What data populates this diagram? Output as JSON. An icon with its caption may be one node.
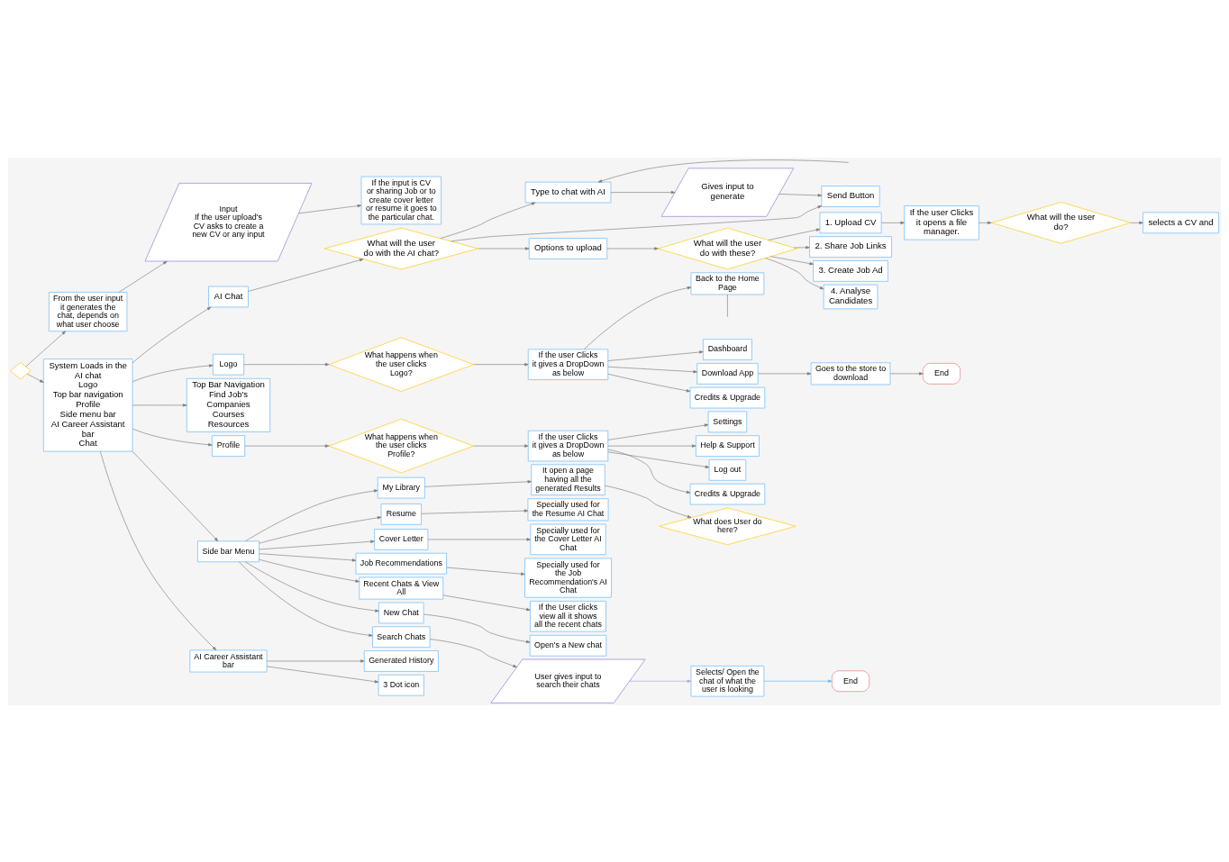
{
  "diagram": {
    "nodes": [
      {
        "text": [],
        "shape": "diamond"
      },
      {
        "text": [
          "From the user input it generates the chat, depends on what user choose"
        ]
      },
      {
        "text": [
          "Input",
          "If the user upload's CV asks to create a new CV or any input"
        ]
      },
      {
        "text": [
          "If the input is CV or sharing Job or to create cover letter or resume it goes to the particular chat."
        ]
      },
      {
        "text": [
          "System Loads in the AI chat",
          "Logo",
          "Top bar navigation",
          "Profile",
          "Side menu bar",
          "AI Career Assistant bar",
          "Chat"
        ]
      },
      {
        "text": [
          "Logo"
        ]
      },
      {
        "text": [
          "Top Bar Navigation",
          "Find Job's",
          "Companies",
          "Courses",
          "Resources"
        ]
      },
      {
        "text": [
          "Profile"
        ]
      },
      {
        "text": [
          "Side bar Menu"
        ]
      },
      {
        "text": [
          "AI Career Assistant bar"
        ]
      },
      {
        "text": [
          "AI Chat"
        ]
      },
      {
        "text": [
          "What happens when the user clicks Logo?"
        ]
      },
      {
        "text": [
          "If the user Clicks it gives a DropDown as below"
        ]
      },
      {
        "text": [
          "Back to the Home Page"
        ]
      },
      {
        "text": [
          "Credits & Upgrade"
        ]
      },
      {
        "text": [
          "Dashboard"
        ]
      },
      {
        "text": [
          "Download App"
        ]
      },
      {
        "text": [
          "Goes to the store to download"
        ]
      },
      {
        "text": [
          "End"
        ]
      },
      {
        "text": [
          "What happens when the user clicks Profile?"
        ]
      },
      {
        "text": [
          "If the user Clicks it gives a DropDown as below"
        ]
      },
      {
        "text": [
          "Credits & Upgrade"
        ]
      },
      {
        "text": [
          "Settings"
        ]
      },
      {
        "text": [
          "Help & Support"
        ]
      },
      {
        "text": [
          "Log out"
        ]
      },
      {
        "text": [
          "New Chat"
        ]
      },
      {
        "text": [
          "Search Chats"
        ]
      },
      {
        "text": [
          "My Library"
        ]
      },
      {
        "text": [
          "Resume"
        ]
      },
      {
        "text": [
          "Cover Letter"
        ]
      },
      {
        "text": [
          "Job Recommendations"
        ]
      },
      {
        "text": [
          "Recent Chats & View All"
        ]
      },
      {
        "text": [
          "Open's a New chat"
        ]
      },
      {
        "text": [
          "User gives input to search their chats"
        ]
      },
      {
        "text": [
          "It open a page having all the generated Results"
        ]
      },
      {
        "text": [
          "Specially used for the Resume AI Chat"
        ]
      },
      {
        "text": [
          "Specially used for the Cover Letter AI Chat"
        ]
      },
      {
        "text": [
          "Specially used for the Job Recommendation's AI Chat"
        ]
      },
      {
        "text": [
          "If the User clicks view all it shows all the recent chats"
        ]
      },
      {
        "text": [
          "Selects/ Open the chat of what the user is looking"
        ]
      },
      {
        "text": [
          "End"
        ]
      },
      {
        "text": [
          "What does User do here?"
        ]
      },
      {
        "text": [
          "Generated History"
        ]
      },
      {
        "text": [
          "3 Dot icon"
        ]
      },
      {
        "text": [
          "What will the user do with the AI chat?"
        ]
      },
      {
        "text": [
          "Type to chat with AI"
        ]
      },
      {
        "text": [
          "Options to upload"
        ]
      },
      {
        "text": [
          "Send Button"
        ]
      },
      {
        "text": [
          "Gives input to generate"
        ]
      },
      {
        "text": [
          "What will the user do with these?"
        ]
      },
      {
        "text": [
          "1. Upload CV"
        ]
      },
      {
        "text": [
          "2. Share Job Links"
        ]
      },
      {
        "text": [
          "3. Create Job Ad"
        ]
      },
      {
        "text": [
          "4. Analyse Candidates"
        ]
      },
      {
        "text": [
          "If the user Clicks it opens a file manager."
        ]
      },
      {
        "text": [
          "What will the user do?"
        ]
      },
      {
        "text": [
          "selects a CV and"
        ]
      }
    ],
    "edges": [
      {
        "from": 0,
        "to": 1,
        "arrow": "to"
      },
      {
        "from": 0,
        "to": 4,
        "arrow": "to"
      },
      {
        "from": 1,
        "to": 2,
        "arrow": "to"
      },
      {
        "from": 2,
        "to": 3,
        "arrow": "to"
      },
      {
        "from": 4,
        "to": 5,
        "arrow": "to"
      },
      {
        "from": 4,
        "to": 6,
        "arrow": "to"
      },
      {
        "from": 4,
        "to": 7,
        "arrow": "to"
      },
      {
        "from": 4,
        "to": 8,
        "arrow": "to"
      },
      {
        "from": 4,
        "to": 9,
        "arrow": "to"
      },
      {
        "from": 4,
        "to": 10,
        "arrow": "to"
      },
      {
        "from": 5,
        "to": 11,
        "arrow": "to"
      },
      {
        "from": 11,
        "to": 12,
        "arrow": "to"
      },
      {
        "from": 12,
        "to": 13,
        "arrow": "to"
      },
      {
        "from": 12,
        "to": 14,
        "arrow": "to"
      },
      {
        "from": 12,
        "to": 15,
        "arrow": "to"
      },
      {
        "from": 12,
        "to": 16,
        "arrow": "to"
      },
      {
        "from": 16,
        "to": 17,
        "arrow": "to"
      },
      {
        "from": 17,
        "to": 18,
        "arrow": "to"
      },
      {
        "from": 13,
        "to": null,
        "arrow": "none"
      },
      {
        "from": 7,
        "to": 19,
        "arrow": "to"
      },
      {
        "from": 19,
        "to": 20,
        "arrow": "to"
      },
      {
        "from": 20,
        "to": 21,
        "arrow": "to"
      },
      {
        "from": 20,
        "to": 22,
        "arrow": "to"
      },
      {
        "from": 20,
        "to": 23,
        "arrow": "to"
      },
      {
        "from": 20,
        "to": 24,
        "arrow": "to"
      },
      {
        "from": 8,
        "to": 25,
        "arrow": "to"
      },
      {
        "from": 8,
        "to": 26,
        "arrow": "to"
      },
      {
        "from": 8,
        "to": 27,
        "arrow": "to"
      },
      {
        "from": 8,
        "to": 28,
        "arrow": "to"
      },
      {
        "from": 8,
        "to": 29,
        "arrow": "to"
      },
      {
        "from": 8,
        "to": 30,
        "arrow": "to"
      },
      {
        "from": 8,
        "to": 31,
        "arrow": "to"
      },
      {
        "from": 25,
        "to": 32,
        "arrow": "to"
      },
      {
        "from": 26,
        "to": 33,
        "arrow": "to"
      },
      {
        "from": 27,
        "to": 34,
        "arrow": "to"
      },
      {
        "from": 28,
        "to": 35,
        "arrow": "to"
      },
      {
        "from": 29,
        "to": 36,
        "arrow": "to"
      },
      {
        "from": 30,
        "to": 37,
        "arrow": "to"
      },
      {
        "from": 31,
        "to": 38,
        "arrow": "to"
      },
      {
        "from": 33,
        "to": 39,
        "arrow": "to",
        "color": "#b39ddb"
      },
      {
        "from": 39,
        "to": 40,
        "arrow": "to",
        "color": "#64b5f6"
      },
      {
        "from": 34,
        "to": 41,
        "arrow": "to"
      },
      {
        "from": 9,
        "to": 42,
        "arrow": "to"
      },
      {
        "from": 9,
        "to": 43,
        "arrow": "to"
      },
      {
        "from": 10,
        "to": 44,
        "arrow": "to"
      },
      {
        "from": 44,
        "to": 45,
        "arrow": "to"
      },
      {
        "from": 44,
        "to": 46,
        "arrow": "to"
      },
      {
        "from": 44,
        "to": 47,
        "arrow": "to"
      },
      {
        "from": 45,
        "to": 48,
        "arrow": "to"
      },
      {
        "from": 48,
        "to": 47,
        "arrow": "to"
      },
      {
        "from": null,
        "to": 45,
        "arrow": "to"
      },
      {
        "from": 46,
        "to": 49,
        "arrow": "to"
      },
      {
        "from": 49,
        "to": 50,
        "arrow": "to"
      },
      {
        "from": 49,
        "to": 51,
        "arrow": "to"
      },
      {
        "from": 49,
        "to": 52,
        "arrow": "to"
      },
      {
        "from": 49,
        "to": 53,
        "arrow": "to"
      },
      {
        "from": 50,
        "to": 54,
        "arrow": "to"
      },
      {
        "from": 54,
        "to": 55,
        "arrow": "to"
      },
      {
        "from": 55,
        "to": 56,
        "arrow": "to"
      }
    ]
  }
}
